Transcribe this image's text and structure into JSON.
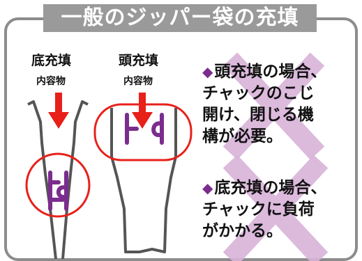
{
  "title": "一般のジッパー袋の充填",
  "bottom_fill": {
    "label": "底充填",
    "content_label": "内容物"
  },
  "top_fill": {
    "label": "頭充填",
    "content_label": "内容物"
  },
  "note_top": {
    "bullet": "◆",
    "lines": [
      "頭充填の場合、",
      "チャックのこじ",
      "開け、閉じる機",
      "構が必要。"
    ]
  },
  "note_bottom": {
    "bullet": "◆",
    "lines": [
      "底充填の場合、",
      "チャックに負荷",
      "がかかる。"
    ]
  },
  "colors": {
    "frame": "#8c8c8c",
    "title_bg": "#9a9a9a",
    "bag_outline": "#555555",
    "arrow": "#e8201a",
    "highlight_circle": "#e8201a",
    "zipper": "#7b2d8e",
    "cross": "#d9b3d9"
  }
}
